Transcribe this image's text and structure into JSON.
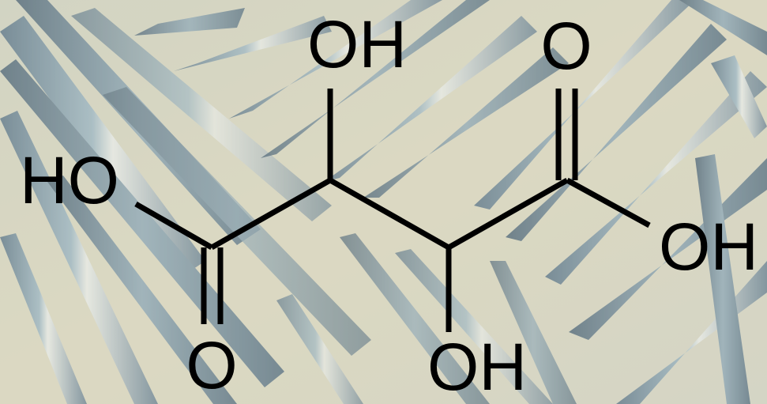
{
  "molecule": {
    "atoms": {
      "hydroxyl_top": "OH",
      "carbonyl_top_right": "O",
      "hydroxyl_left": "HO",
      "hydroxyl_right": "OH",
      "carbonyl_bottom_left": "O",
      "hydroxyl_bottom": "OH"
    }
  },
  "colors": {
    "bond": "#000000",
    "label": "#000000",
    "background_base": "#d9d6bf",
    "crystal_blue": "#6f8fa8",
    "crystal_dark": "#2f4d68",
    "crystal_highlight": "#eef3f4"
  }
}
